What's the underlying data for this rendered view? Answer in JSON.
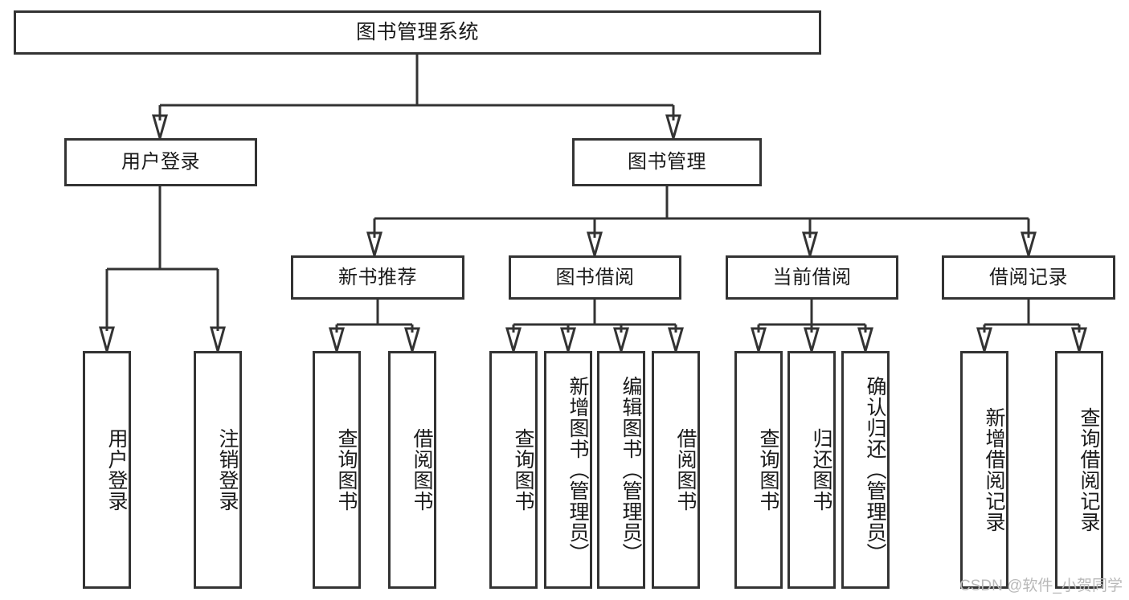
{
  "diagram": {
    "title": "图书管理系统",
    "root": {
      "label": "图书管理系统"
    },
    "level2": [
      {
        "label": "用户登录"
      },
      {
        "label": "图书管理"
      }
    ],
    "level3": [
      {
        "label": "新书推荐"
      },
      {
        "label": "图书借阅"
      },
      {
        "label": "当前借阅"
      },
      {
        "label": "借阅记录"
      }
    ],
    "leaves": {
      "user_login": [
        {
          "label": "用户登录"
        },
        {
          "label": "注销登录"
        }
      ],
      "new_book_recommend": [
        {
          "label": "查询图书"
        },
        {
          "label": "借阅图书"
        }
      ],
      "book_borrow": [
        {
          "label": "查询图书"
        },
        {
          "label": "新增图书（管理员）"
        },
        {
          "label": "编辑图书（管理员）"
        },
        {
          "label": "借阅图书"
        }
      ],
      "current_borrow": [
        {
          "label": "查询图书"
        },
        {
          "label": "归还图书"
        },
        {
          "label": "确认归还（管理员）"
        }
      ],
      "borrow_record": [
        {
          "label": "新增借阅记录"
        },
        {
          "label": "查询借阅记录"
        }
      ]
    }
  },
  "watermark": {
    "text": "CSDN @软件_小贺同学"
  },
  "colors": {
    "stroke": "#333333",
    "background": "#ffffff",
    "text": "#1a1a1a",
    "watermark": "#b9b9b9"
  }
}
